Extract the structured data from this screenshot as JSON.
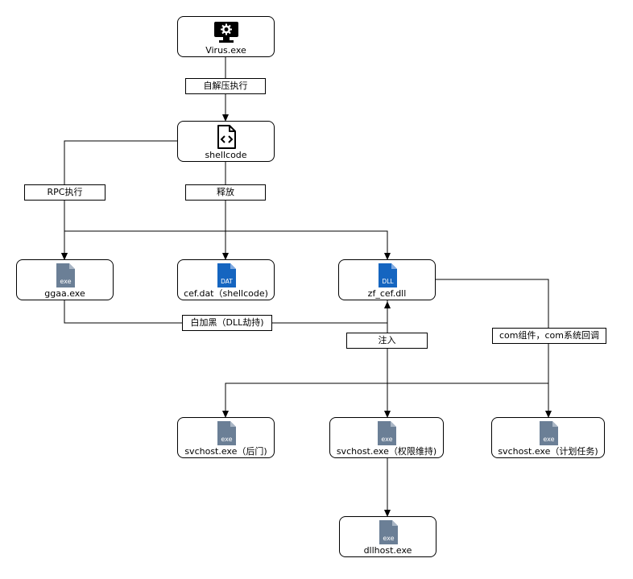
{
  "nodes": {
    "virus": {
      "label": "Virus.exe",
      "icon": "monitor-gear-icon"
    },
    "shellcode": {
      "label": "shellcode",
      "icon": "code-file-icon"
    },
    "ggaa": {
      "label": "ggaa.exe",
      "icon": "exe-file-icon",
      "icon_text": "exe"
    },
    "cefdat": {
      "label": "cef.dat（shellcode)",
      "icon": "dat-file-icon",
      "icon_text": "DAT"
    },
    "zfcef": {
      "label": "zf_cef.dll",
      "icon": "dll-file-icon",
      "icon_text": "DLL"
    },
    "svchost_backdoor": {
      "label": "svchost.exe（后门)",
      "icon": "exe-file-icon",
      "icon_text": "exe"
    },
    "svchost_persist": {
      "label": "svchost.exe（权限维持)",
      "icon": "exe-file-icon",
      "icon_text": "exe"
    },
    "svchost_task": {
      "label": "svchost.exe（计划任务)",
      "icon": "exe-file-icon",
      "icon_text": "exe"
    },
    "dllhost": {
      "label": "dllhost.exe",
      "icon": "exe-file-icon",
      "icon_text": "exe"
    }
  },
  "edge_labels": {
    "self_extract": "自解压执行",
    "rpc_exec": "RPC执行",
    "release": "释放",
    "sideload": "白加黑（DLL劫持)",
    "inject": "注入",
    "com_callback": "com组件，com系统回调"
  },
  "colors": {
    "exe_icon": "#6b7f96",
    "dat_icon": "#1565c0",
    "dll_icon": "#1565c0",
    "line": "#000000"
  }
}
